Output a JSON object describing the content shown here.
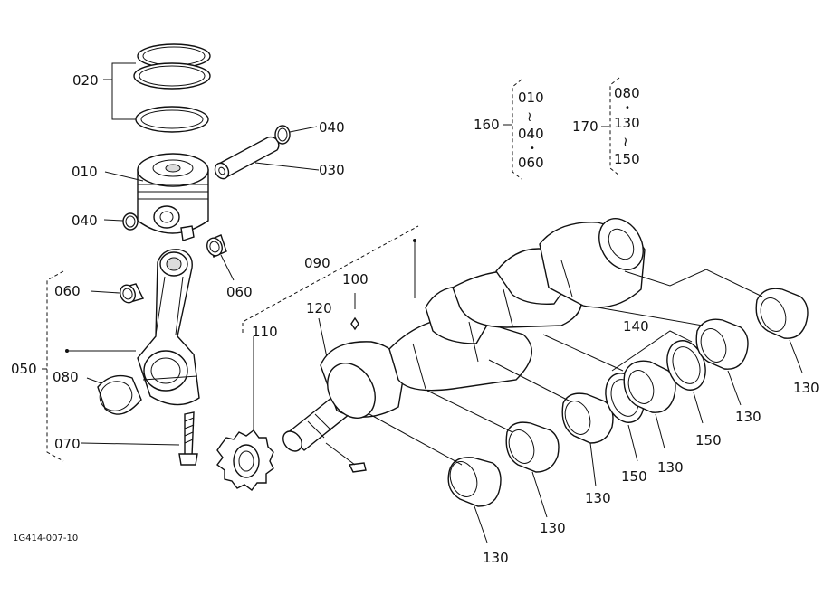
{
  "labels": {
    "l020": "020",
    "l010": "010",
    "l040a": "040",
    "l030": "030",
    "l040b": "040",
    "l060a": "060",
    "l060b": "060",
    "l050": "050",
    "l080a": "080",
    "l070": "070",
    "l090": "090",
    "l100": "100",
    "l110": "110",
    "l120": "120",
    "l140": "140",
    "l150a": "150",
    "l150b": "150",
    "l130a": "130",
    "l130b": "130",
    "l130c": "130",
    "l130d": "130",
    "l130e": "130",
    "l130f": "130"
  },
  "group160": {
    "number": "160",
    "item1": "010",
    "sep1": "≀",
    "item2": "040",
    "dot": "•",
    "item3": "060"
  },
  "group170": {
    "number": "170",
    "item1": "080",
    "dot": "•",
    "item2": "130",
    "sep1": "≀",
    "item3": "150"
  },
  "figure_code": "1G414-007-10"
}
